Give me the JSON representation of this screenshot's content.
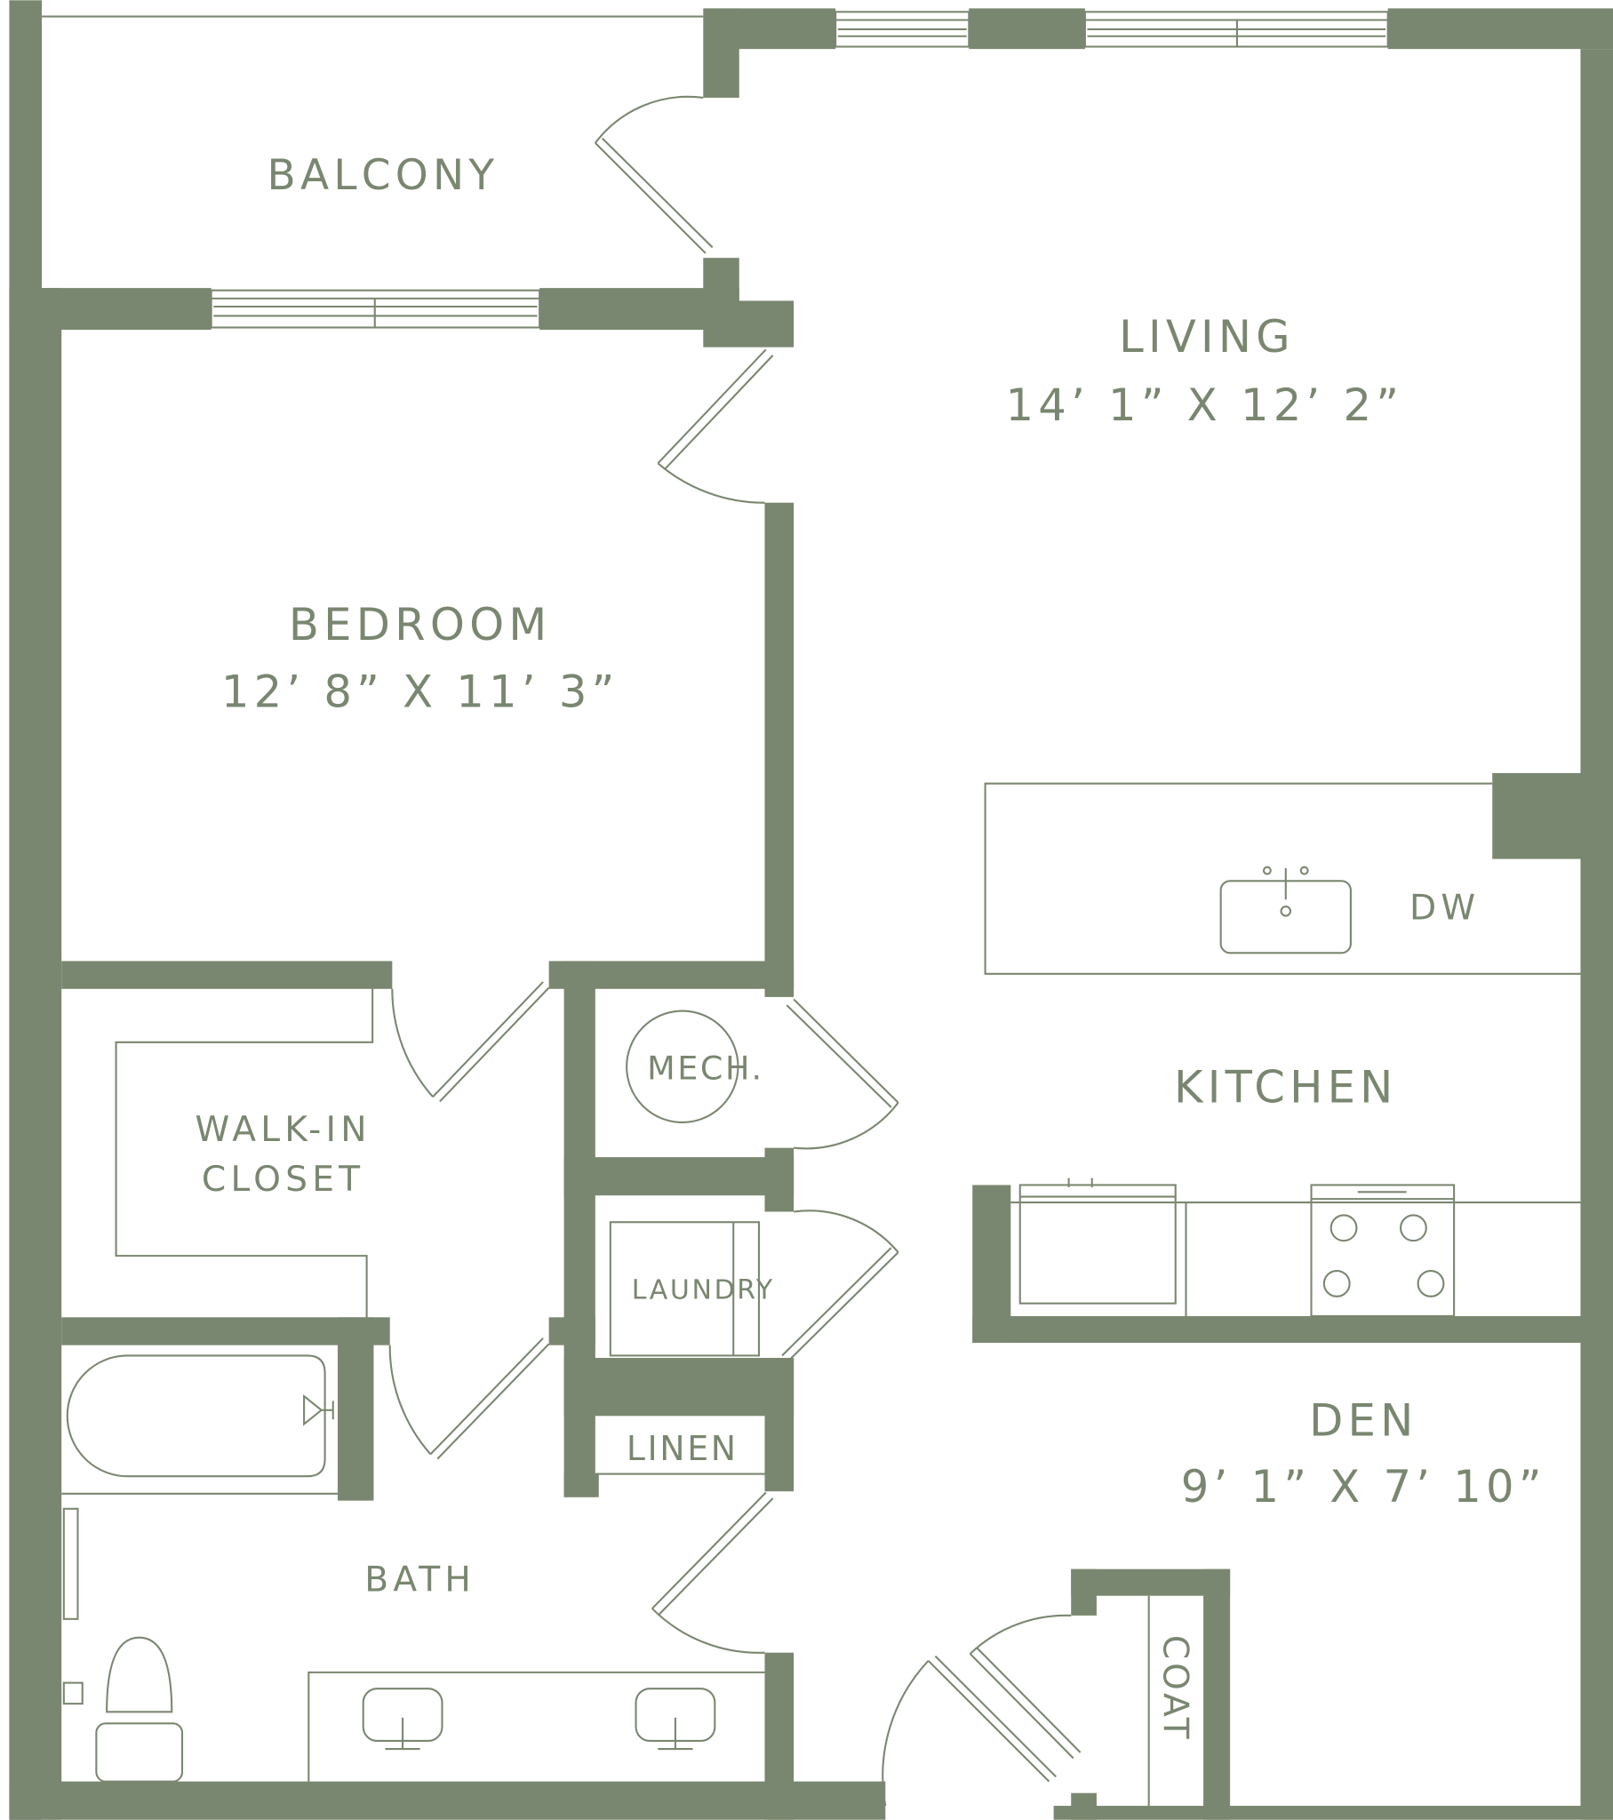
{
  "colors": {
    "wall": "#7a8770",
    "line": "#7a8770",
    "text": "#7a8770",
    "background": "#ffffff"
  },
  "rooms": {
    "balcony": {
      "name": "BALCONY"
    },
    "living": {
      "name": "LIVING",
      "dims": "14’ 1” X 12’ 2”"
    },
    "bedroom": {
      "name": "BEDROOM",
      "dims": "12’ 8” X 11’ 3”"
    },
    "walkin": {
      "name_line1": "WALK-IN",
      "name_line2": "CLOSET"
    },
    "mech": {
      "name": "MECH."
    },
    "laundry": {
      "name": "LAUNDRY"
    },
    "linen": {
      "name": "LINEN"
    },
    "bath": {
      "name": "BATH"
    },
    "kitchen": {
      "name": "KITCHEN",
      "dw": "DW"
    },
    "den": {
      "name": "DEN",
      "dims": "9’ 1” X 7’ 10”"
    },
    "coat": {
      "name": "COAT"
    }
  }
}
